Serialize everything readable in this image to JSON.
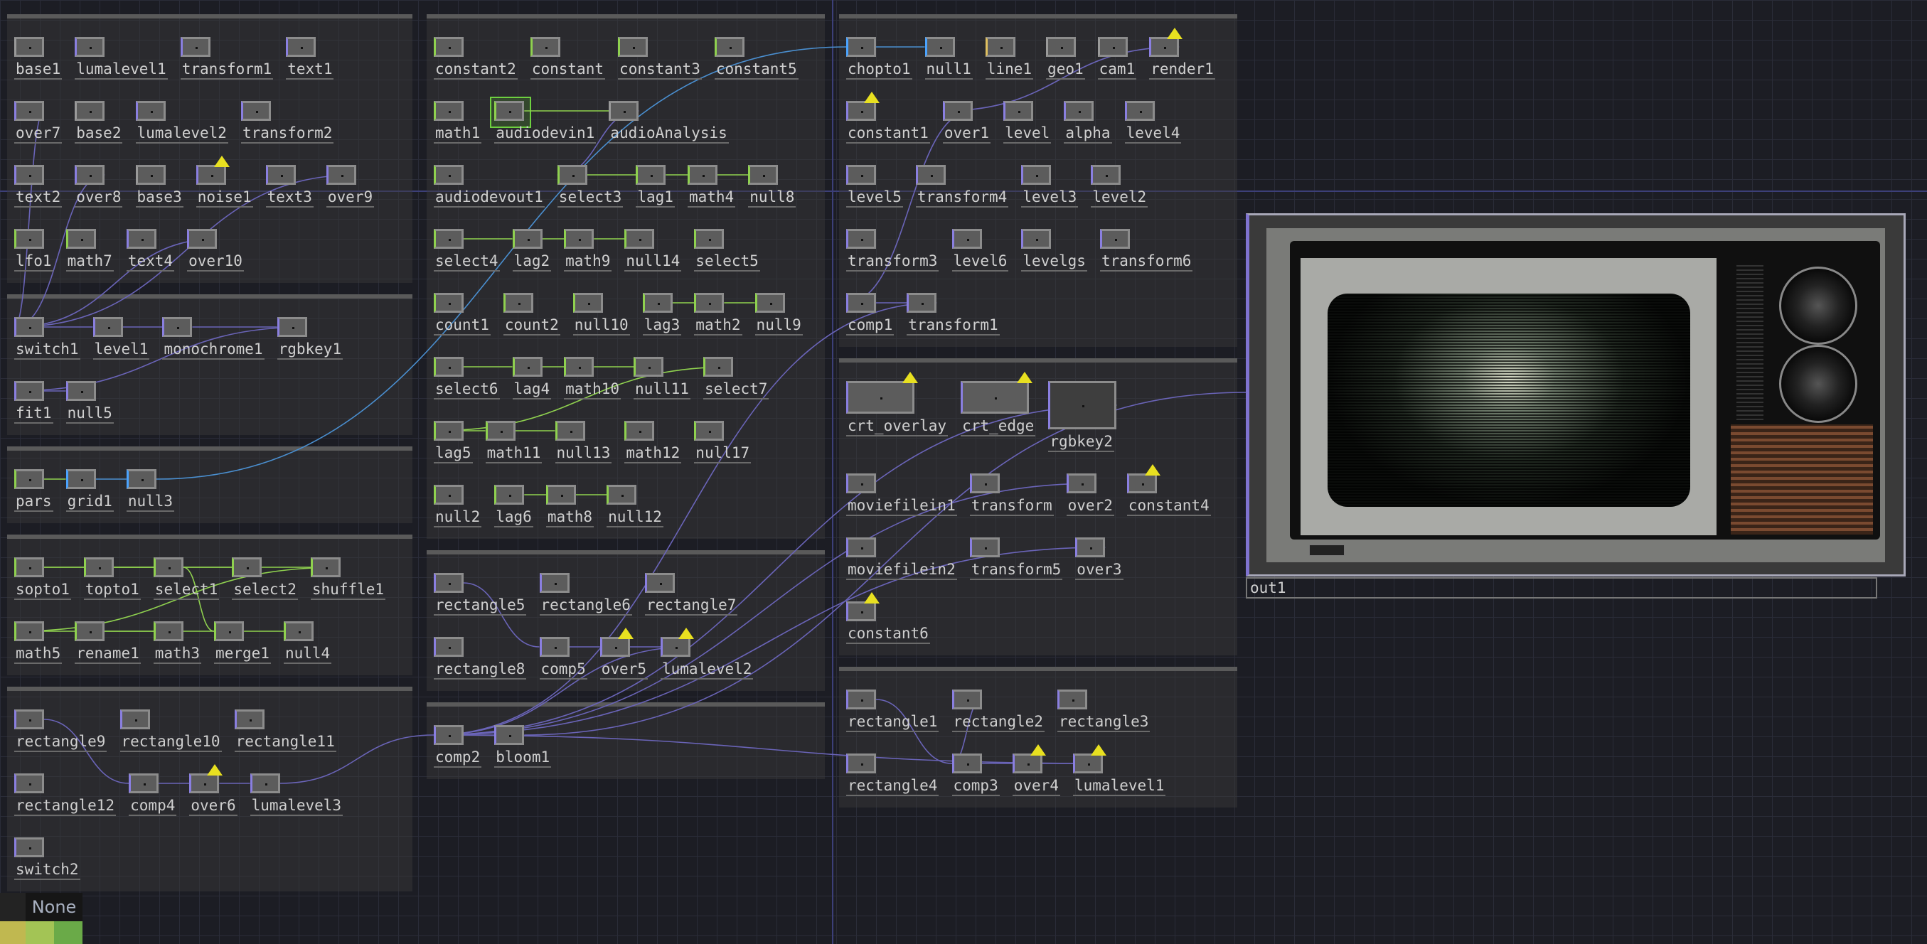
{
  "network": {
    "nodes": [
      {
        "name": "base1",
        "kind": "comp"
      },
      {
        "name": "lumalevel1",
        "kind": "top"
      },
      {
        "name": "transform1",
        "kind": "top"
      },
      {
        "name": "text1",
        "kind": "top"
      },
      {
        "name": "over7",
        "kind": "top"
      },
      {
        "name": "base2",
        "kind": "comp"
      },
      {
        "name": "lumalevel2",
        "kind": "top"
      },
      {
        "name": "transform2",
        "kind": "top"
      },
      {
        "name": "text2",
        "kind": "top"
      },
      {
        "name": "over8",
        "kind": "top"
      },
      {
        "name": "base3",
        "kind": "comp"
      },
      {
        "name": "noise1",
        "kind": "top",
        "warning": true
      },
      {
        "name": "text3",
        "kind": "top"
      },
      {
        "name": "over9",
        "kind": "top"
      },
      {
        "name": "lfo1",
        "kind": "chop"
      },
      {
        "name": "math7",
        "kind": "chop"
      },
      {
        "name": "text4",
        "kind": "top"
      },
      {
        "name": "over10",
        "kind": "top"
      },
      {
        "name": "switch1",
        "kind": "top"
      },
      {
        "name": "level1",
        "kind": "top"
      },
      {
        "name": "monochrome1",
        "kind": "top"
      },
      {
        "name": "rgbkey1",
        "kind": "top"
      },
      {
        "name": "fit1",
        "kind": "top"
      },
      {
        "name": "null5",
        "kind": "top"
      },
      {
        "name": "pars",
        "kind": "chop"
      },
      {
        "name": "grid1",
        "kind": "sop"
      },
      {
        "name": "null3",
        "kind": "sop"
      },
      {
        "name": "sopto1",
        "kind": "chop"
      },
      {
        "name": "topto1",
        "kind": "chop"
      },
      {
        "name": "select1",
        "kind": "chop"
      },
      {
        "name": "select2",
        "kind": "chop"
      },
      {
        "name": "shuffle1",
        "kind": "chop"
      },
      {
        "name": "math5",
        "kind": "chop"
      },
      {
        "name": "rename1",
        "kind": "chop"
      },
      {
        "name": "math3",
        "kind": "chop"
      },
      {
        "name": "merge1",
        "kind": "chop"
      },
      {
        "name": "null4",
        "kind": "chop"
      },
      {
        "name": "chopto1",
        "kind": "sop"
      },
      {
        "name": "null1",
        "kind": "sop"
      },
      {
        "name": "line1",
        "kind": "dat"
      },
      {
        "name": "geo1",
        "kind": "comp"
      },
      {
        "name": "cam1",
        "kind": "comp"
      },
      {
        "name": "render1",
        "kind": "top",
        "warning": true
      },
      {
        "name": "constant1",
        "kind": "top",
        "warning": true
      },
      {
        "name": "over1",
        "kind": "top"
      },
      {
        "name": "level",
        "kind": "top"
      },
      {
        "name": "alpha",
        "kind": "top"
      },
      {
        "name": "level4",
        "kind": "top"
      },
      {
        "name": "level5",
        "kind": "top"
      },
      {
        "name": "transform4",
        "kind": "top"
      },
      {
        "name": "level3",
        "kind": "top"
      },
      {
        "name": "level2",
        "kind": "top"
      },
      {
        "name": "transform3",
        "kind": "top"
      },
      {
        "name": "level6",
        "kind": "top"
      },
      {
        "name": "levelgs",
        "kind": "top"
      },
      {
        "name": "transform6",
        "kind": "top"
      },
      {
        "name": "comp1",
        "kind": "top"
      },
      {
        "name": "transform1",
        "kind": "top"
      },
      {
        "name": "crt_overlay",
        "kind": "top",
        "warning": true,
        "size": "big"
      },
      {
        "name": "crt_edge",
        "kind": "top",
        "warning": true,
        "size": "big"
      },
      {
        "name": "rgbkey2",
        "kind": "top",
        "size": "large"
      },
      {
        "name": "moviefilein1",
        "kind": "top"
      },
      {
        "name": "transform",
        "kind": "top"
      },
      {
        "name": "over2",
        "kind": "top"
      },
      {
        "name": "constant4",
        "kind": "top",
        "warning": true
      },
      {
        "name": "moviefilein2",
        "kind": "top"
      },
      {
        "name": "transform5",
        "kind": "top"
      },
      {
        "name": "over3",
        "kind": "top"
      },
      {
        "name": "constant6",
        "kind": "top",
        "warning": true
      },
      {
        "name": "rectangle1",
        "kind": "top"
      },
      {
        "name": "rectangle2",
        "kind": "top"
      },
      {
        "name": "rectangle3",
        "kind": "top"
      },
      {
        "name": "rectangle4",
        "kind": "top"
      },
      {
        "name": "comp3",
        "kind": "top"
      },
      {
        "name": "over4",
        "kind": "top",
        "warning": true
      },
      {
        "name": "lumalevel1",
        "kind": "top",
        "warning": true
      },
      {
        "name": "rectangle5",
        "kind": "top"
      },
      {
        "name": "rectangle6",
        "kind": "top"
      },
      {
        "name": "rectangle7",
        "kind": "top"
      },
      {
        "name": "rectangle8",
        "kind": "top"
      },
      {
        "name": "comp5",
        "kind": "top"
      },
      {
        "name": "over5",
        "kind": "top",
        "warning": true
      },
      {
        "name": "lumalevel2",
        "kind": "top",
        "warning": true
      },
      {
        "name": "rectangle9",
        "kind": "top"
      },
      {
        "name": "rectangle10",
        "kind": "top"
      },
      {
        "name": "rectangle11",
        "kind": "top"
      },
      {
        "name": "rectangle12",
        "kind": "top"
      },
      {
        "name": "comp4",
        "kind": "top"
      },
      {
        "name": "over6",
        "kind": "top",
        "warning": true
      },
      {
        "name": "lumalevel3",
        "kind": "top"
      },
      {
        "name": "switch2",
        "kind": "top"
      },
      {
        "name": "comp2",
        "kind": "top"
      },
      {
        "name": "bloom1",
        "kind": "top"
      },
      {
        "name": "constant2",
        "kind": "chop"
      },
      {
        "name": "constant",
        "kind": "chop"
      },
      {
        "name": "constant3",
        "kind": "chop"
      },
      {
        "name": "constant5",
        "kind": "chop"
      },
      {
        "name": "math1",
        "kind": "chop"
      },
      {
        "name": "audiodevin1",
        "kind": "chop"
      },
      {
        "name": "audioAnalysis",
        "kind": "comp"
      },
      {
        "name": "audiodevout1",
        "kind": "chop"
      },
      {
        "name": "select3",
        "kind": "chop"
      },
      {
        "name": "lag1",
        "kind": "chop"
      },
      {
        "name": "math4",
        "kind": "chop"
      },
      {
        "name": "null8",
        "kind": "chop"
      },
      {
        "name": "select4",
        "kind": "chop"
      },
      {
        "name": "lag2",
        "kind": "chop"
      },
      {
        "name": "math9",
        "kind": "chop"
      },
      {
        "name": "null14",
        "kind": "chop"
      },
      {
        "name": "select5",
        "kind": "chop"
      },
      {
        "name": "count1",
        "kind": "chop"
      },
      {
        "name": "count2",
        "kind": "chop"
      },
      {
        "name": "null10",
        "kind": "chop"
      },
      {
        "name": "lag3",
        "kind": "chop"
      },
      {
        "name": "math2",
        "kind": "chop"
      },
      {
        "name": "null9",
        "kind": "chop"
      },
      {
        "name": "select6",
        "kind": "chop"
      },
      {
        "name": "lag4",
        "kind": "chop"
      },
      {
        "name": "math10",
        "kind": "chop"
      },
      {
        "name": "null11",
        "kind": "chop"
      },
      {
        "name": "select7",
        "kind": "chop"
      },
      {
        "name": "lag5",
        "kind": "chop"
      },
      {
        "name": "math11",
        "kind": "chop"
      },
      {
        "name": "null13",
        "kind": "chop"
      },
      {
        "name": "math12",
        "kind": "chop"
      },
      {
        "name": "null17",
        "kind": "chop"
      },
      {
        "name": "null2",
        "kind": "chop"
      },
      {
        "name": "lag6",
        "kind": "chop"
      },
      {
        "name": "math8",
        "kind": "chop"
      },
      {
        "name": "null12",
        "kind": "chop"
      }
    ],
    "viewer": {
      "name": "out1",
      "accent": "#7f73d0"
    }
  },
  "palette_widget": {
    "label": "None",
    "swatches": [
      "#c0b850",
      "#a3c455",
      "#6aaa48"
    ]
  },
  "colors": {
    "top": "#8a7fe0",
    "chop": "#8fd14f",
    "sop": "#4aa3ff",
    "warning": "#e8e020"
  }
}
